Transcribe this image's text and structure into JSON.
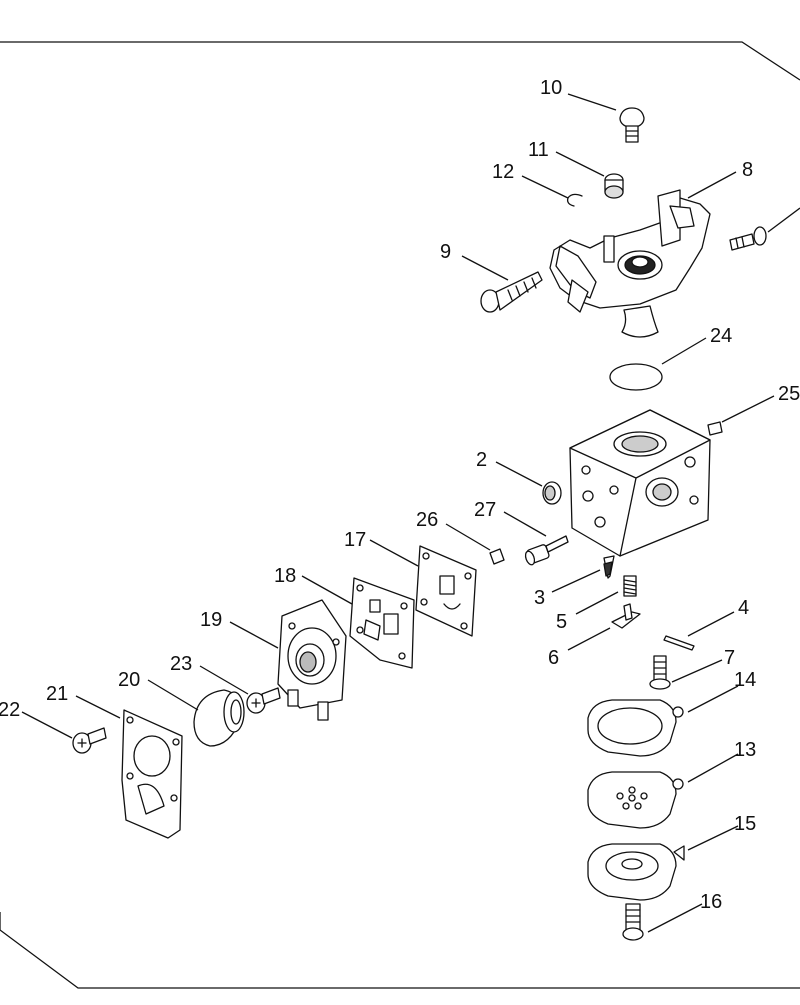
{
  "diagram": {
    "type": "exploded-parts-diagram",
    "callouts": [
      {
        "id": "c10",
        "text": "10"
      },
      {
        "id": "c11",
        "text": "11"
      },
      {
        "id": "c12",
        "text": "12"
      },
      {
        "id": "c8",
        "text": "8"
      },
      {
        "id": "c9",
        "text": "9"
      },
      {
        "id": "c24",
        "text": "24"
      },
      {
        "id": "c25",
        "text": "25"
      },
      {
        "id": "c2",
        "text": "2"
      },
      {
        "id": "c26",
        "text": "26"
      },
      {
        "id": "c27",
        "text": "27"
      },
      {
        "id": "c17",
        "text": "17"
      },
      {
        "id": "c18",
        "text": "18"
      },
      {
        "id": "c3",
        "text": "3"
      },
      {
        "id": "c5",
        "text": "5"
      },
      {
        "id": "c4",
        "text": "4"
      },
      {
        "id": "c19",
        "text": "19"
      },
      {
        "id": "c6",
        "text": "6"
      },
      {
        "id": "c7",
        "text": "7"
      },
      {
        "id": "c23",
        "text": "23"
      },
      {
        "id": "c20",
        "text": "20"
      },
      {
        "id": "c21",
        "text": "21"
      },
      {
        "id": "c14",
        "text": "14"
      },
      {
        "id": "c22",
        "text": "22"
      },
      {
        "id": "c13",
        "text": "13"
      },
      {
        "id": "c15",
        "text": "15"
      },
      {
        "id": "c16",
        "text": "16"
      }
    ]
  }
}
